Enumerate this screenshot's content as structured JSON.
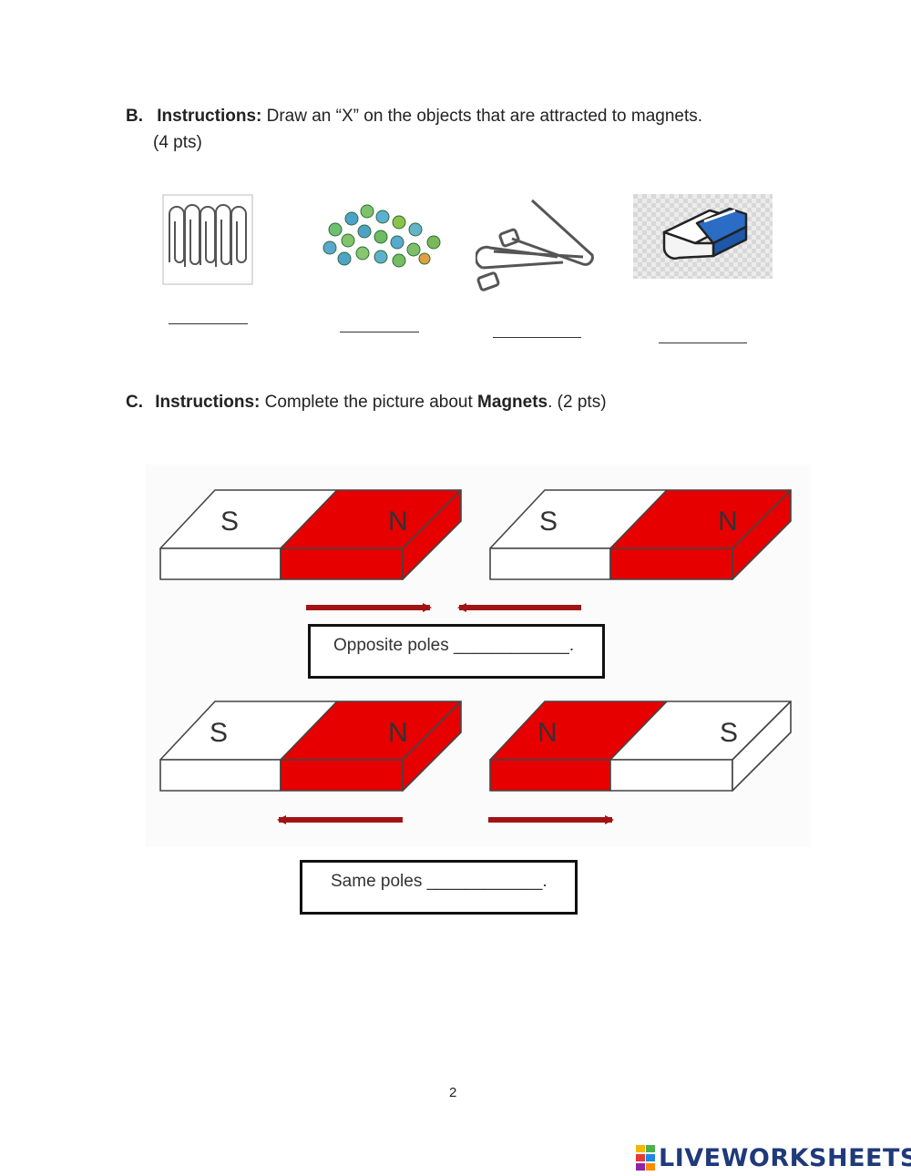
{
  "section_b": {
    "letter": "B.",
    "label": "Instructions:",
    "text": " Draw an “X” on the objects that are attracted to magnets.",
    "points": "(4 pts)",
    "objects": [
      {
        "name": "paper clips",
        "icon": "paperclips-icon"
      },
      {
        "name": "marbles",
        "icon": "marbles-icon"
      },
      {
        "name": "safety pins",
        "icon": "safety-pins-icon"
      },
      {
        "name": "eraser",
        "icon": "eraser-icon"
      }
    ]
  },
  "section_c": {
    "letter": "C.",
    "label": "Instructions:",
    "text_before": " Complete the picture about ",
    "bold_word": "Magnets",
    "text_after": ". (2 pts)",
    "magnets_top": {
      "left": [
        "S",
        "N"
      ],
      "right": [
        "S",
        "N"
      ]
    },
    "magnets_bottom": {
      "left": [
        "S",
        "N"
      ],
      "right": [
        "N",
        "S"
      ]
    },
    "box_opposite": "Opposite poles ____________.",
    "box_same": "Same poles ____________."
  },
  "colors": {
    "magnet_red": "#e60000",
    "arrow": "#a01414",
    "outline": "#444444"
  },
  "page_number": "2",
  "footer_brand": "LIVEWORKSHEETS"
}
